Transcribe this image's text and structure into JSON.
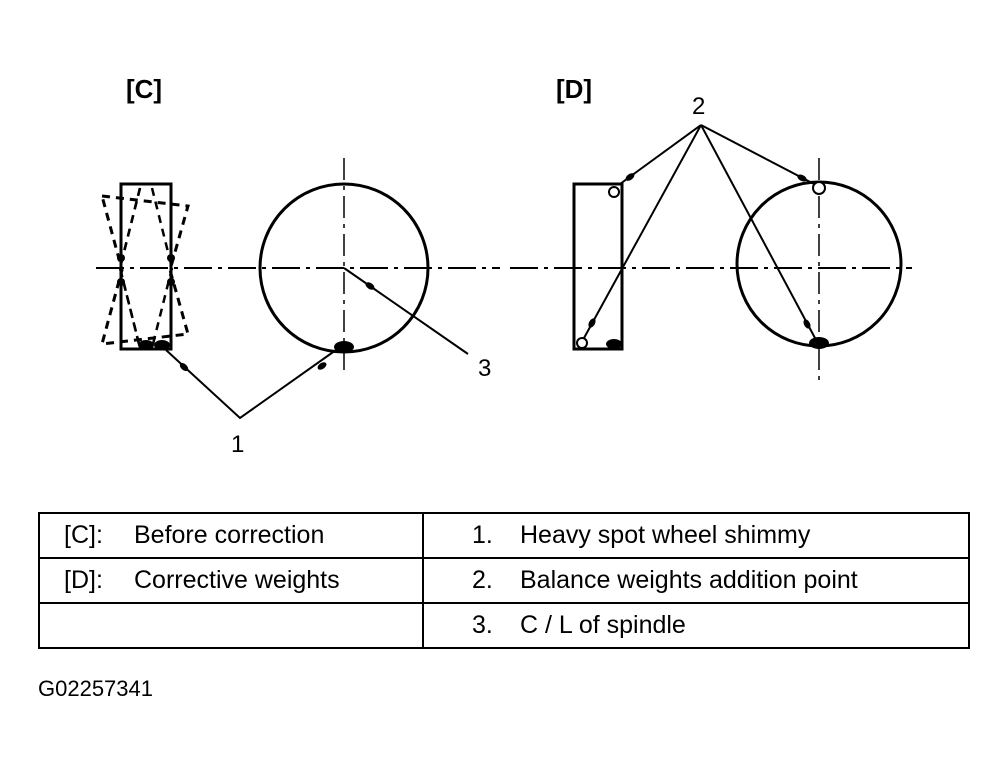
{
  "panels": {
    "c_label": "[C]",
    "d_label": "[D]"
  },
  "callouts": {
    "one": "1",
    "two": "2",
    "three": "3"
  },
  "legend": {
    "rows": [
      {
        "left_key": "[C]:",
        "left_text": "Before correction",
        "right_num": "1.",
        "right_text": "Heavy spot wheel shimmy"
      },
      {
        "left_key": "[D]:",
        "left_text": "Corrective weights",
        "right_num": "2.",
        "right_text": "Balance weights addition point"
      },
      {
        "left_key": "",
        "left_text": "",
        "right_num": "3.",
        "right_text": "C / L of spindle"
      }
    ]
  },
  "figure_id": "G02257341"
}
